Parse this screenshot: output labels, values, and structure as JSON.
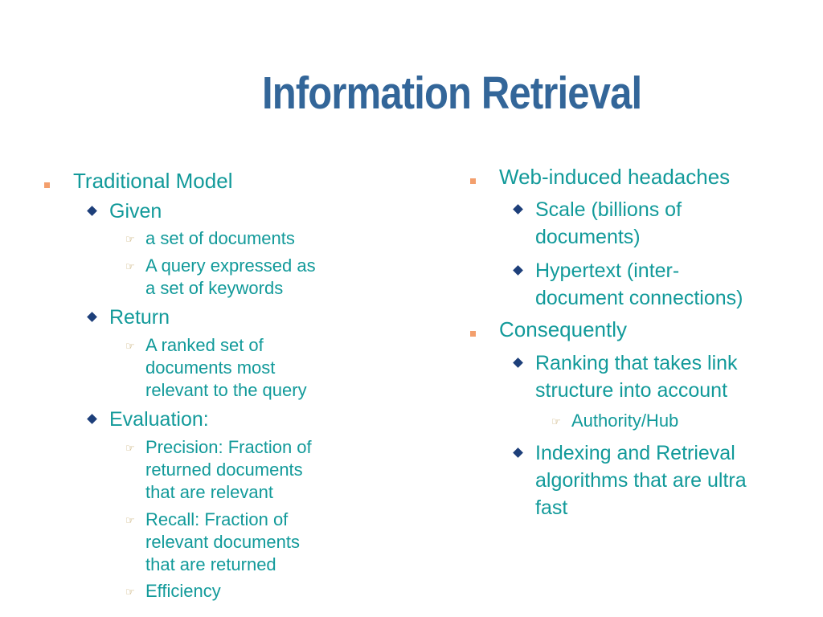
{
  "slide": {
    "title": "Information Retrieval",
    "colors": {
      "title": "#336699",
      "text": "#129a9a",
      "bullet_square": "#f39f6d",
      "bullet_diamond": "#1d3f7a",
      "bullet_hand": "#bfa060"
    },
    "left": {
      "l1": "Traditional Model",
      "given": "Given",
      "given_1": "a set of documents",
      "given_2a": "A query expressed as",
      "given_2b": "a set of  keywords",
      "return": "Return",
      "return_1a": "A ranked set of",
      "return_1b": "documents most",
      "return_1c": "relevant to the query",
      "evaluation": "Evaluation:",
      "eval_1a": "Precision: Fraction of",
      "eval_1b": "returned documents",
      "eval_1c": "that are relevant",
      "eval_2a": "Recall: Fraction of",
      "eval_2b": "relevant documents",
      "eval_2c": "that are returned",
      "eval_3": "Efficiency"
    },
    "right": {
      "l1a": "Web-induced headaches",
      "scale_a": "Scale (billions of",
      "scale_b": "documents)",
      "hyper_a": "Hypertext (inter-",
      "hyper_b": "document connections)",
      "l1b": "Consequently",
      "rank_a": "Ranking that takes link",
      "rank_b": "structure into account",
      "rank_1": "Authority/Hub",
      "idx_a": "Indexing and Retrieval",
      "idx_b": "algorithms that are ultra",
      "idx_c": "fast"
    },
    "icons": {
      "level1": "square-bullet-icon",
      "level2": "diamond-bullet-icon",
      "level3": "pointing-hand-icon",
      "level3_glyph": "☞"
    }
  }
}
